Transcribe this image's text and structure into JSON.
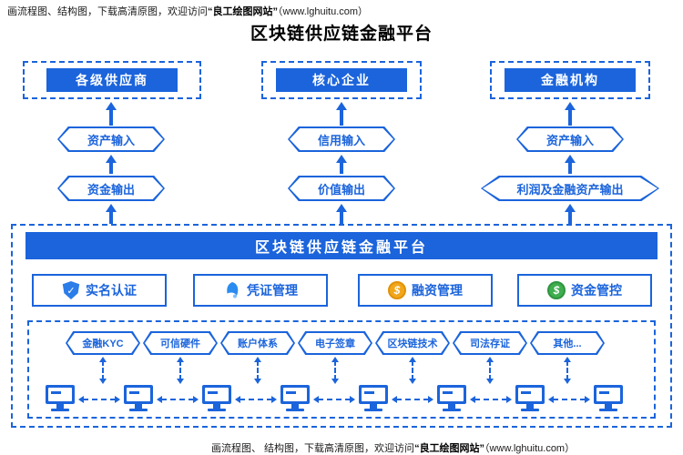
{
  "watermark": {
    "top_prefix": "画流程图、结构图，下载高清原图，欢迎访问",
    "top_brand": "“良工绘图网站”",
    "top_suffix": "（www.lghuitu.com）",
    "bottom_prefix": "画流程图、 结构图，下载高清原图，欢迎访问",
    "bottom_brand": "“良工绘图网站”",
    "bottom_suffix": "（www.lghuitu.com）"
  },
  "title": "区块链供应链金融平台",
  "columns": [
    {
      "entity": "各级供应商",
      "input": "资产输入",
      "output": "资金输出"
    },
    {
      "entity": "核心企业",
      "input": "信用输入",
      "output": "价值输出"
    },
    {
      "entity": "金融机构",
      "input": "资产输入",
      "output": "利润及金融资产输出"
    }
  ],
  "platform": {
    "header": "区块链供应链金融平台",
    "features": [
      {
        "label": "实名认证",
        "icon": "shield-check-icon"
      },
      {
        "label": "凭证管理",
        "icon": "voucher-icon"
      },
      {
        "label": "融资管理",
        "icon": "gold-coin-icon"
      },
      {
        "label": "资金管控",
        "icon": "green-coin-icon"
      }
    ],
    "technologies": [
      "金融KYC",
      "可信硬件",
      "账户体系",
      "电子签章",
      "区块链技术",
      "司法存证",
      "其他..."
    ]
  },
  "glyphs": {
    "check": "✓",
    "dollar": "$"
  },
  "colors": {
    "primary_blue": "#1b64dc",
    "icon_blue": "#2b8cf0",
    "coin_gold": "#f2a71b",
    "coin_green": "#3fae4e"
  }
}
